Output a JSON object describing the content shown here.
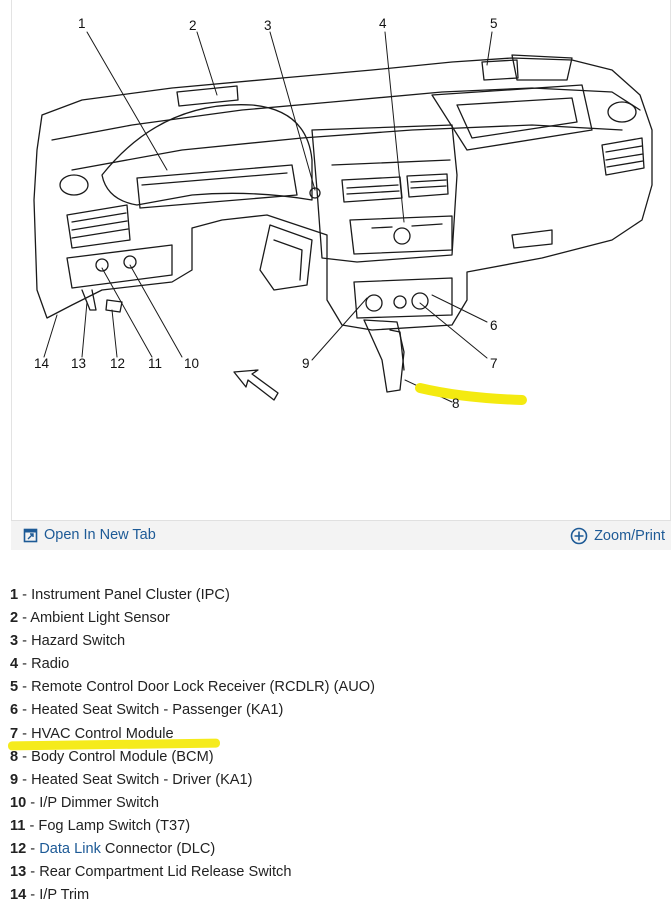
{
  "diagram": {
    "callouts": [
      {
        "id": "1",
        "label": "1"
      },
      {
        "id": "2",
        "label": "2"
      },
      {
        "id": "3",
        "label": "3"
      },
      {
        "id": "4",
        "label": "4"
      },
      {
        "id": "5",
        "label": "5"
      },
      {
        "id": "6",
        "label": "6"
      },
      {
        "id": "7",
        "label": "7"
      },
      {
        "id": "8",
        "label": "8"
      },
      {
        "id": "9",
        "label": "9"
      },
      {
        "id": "10",
        "label": "10"
      },
      {
        "id": "11",
        "label": "11"
      },
      {
        "id": "12",
        "label": "12"
      },
      {
        "id": "13",
        "label": "13"
      },
      {
        "id": "14",
        "label": "14"
      }
    ],
    "highlight_color": "#f4ea10"
  },
  "toolbar": {
    "open_label": "Open In New Tab",
    "zoom_label": "Zoom/Print",
    "link_color": "#1d5a96"
  },
  "legend": [
    {
      "num": "1",
      "text": " - Instrument Panel Cluster (IPC)"
    },
    {
      "num": "2",
      "text": " - Ambient Light Sensor"
    },
    {
      "num": "3",
      "text": " - Hazard Switch"
    },
    {
      "num": "4",
      "text": " - Radio"
    },
    {
      "num": "5",
      "text": " - Remote Control Door Lock Receiver (RCDLR) (AUO)"
    },
    {
      "num": "6",
      "text": " - Heated Seat Switch - Passenger (KA1)"
    },
    {
      "num": "7",
      "text": " - HVAC Control Module"
    },
    {
      "num": "8",
      "text": " - Body Control Module (BCM)"
    },
    {
      "num": "9",
      "text": " - Heated Seat Switch - Driver (KA1)"
    },
    {
      "num": "10",
      "text": " - I/P Dimmer Switch"
    },
    {
      "num": "11",
      "text": " - Fog Lamp Switch (T37)"
    },
    {
      "num": "12",
      "text": " - ",
      "link": "Data Link",
      "after": " Connector (DLC)"
    },
    {
      "num": "13",
      "text": " - Rear Compartment Lid Release Switch"
    },
    {
      "num": "14",
      "text": " - I/P Trim"
    }
  ]
}
